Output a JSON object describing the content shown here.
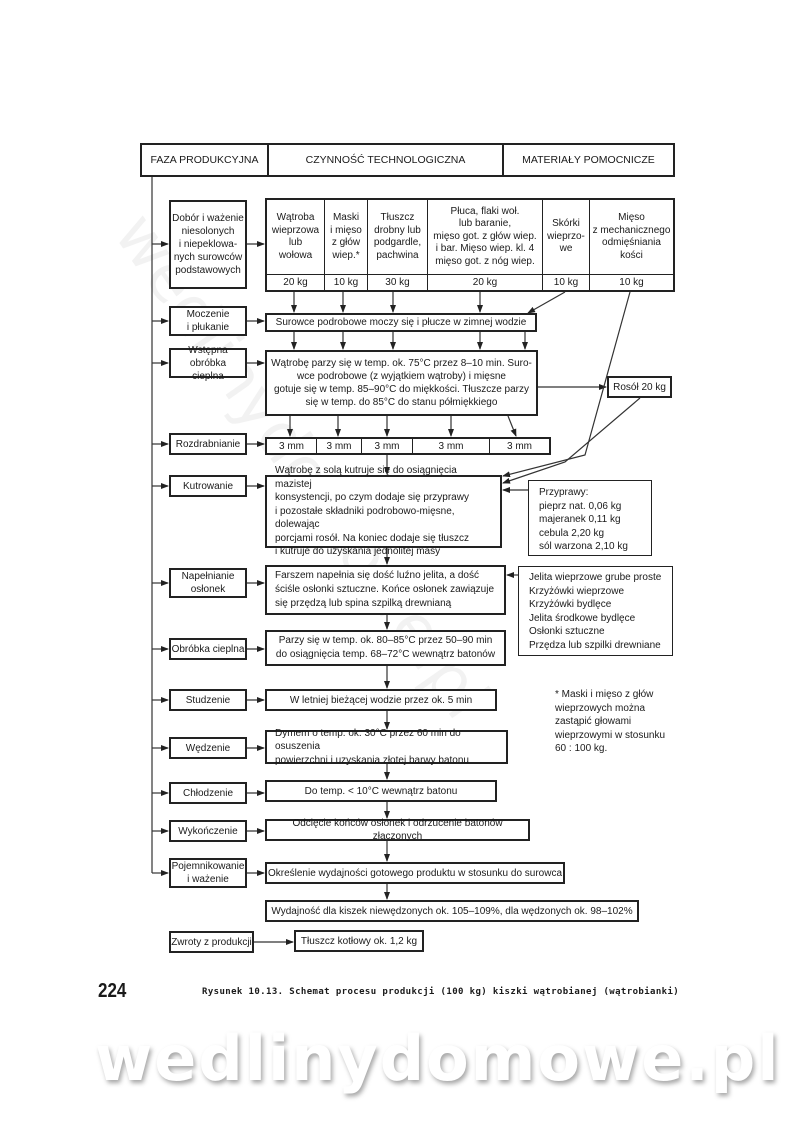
{
  "header": {
    "col1": "FAZA PRODUKCYJNA",
    "col2": "CZYNNOŚĆ TECHNOLOGICZNA",
    "col3": "MATERIAŁY POMOCNICZE"
  },
  "phases": {
    "dobor": "Dobór i ważenie\nniesolonych\ni niepeklowa-\nnych surowców\npodstawowych",
    "moczenie": "Moczenie\ni płukanie",
    "wstepna": "Wstępna obróbka\ncieplna",
    "rozdrabnianie": "Rozdrabnianie",
    "kutrowanie": "Kutrowanie",
    "napelnianie": "Napełnianie\nosłonek",
    "obrobka": "Obróbka cieplna",
    "studzenie": "Studzenie",
    "wedzenie": "Wędzenie",
    "chlodzenie": "Chłodzenie",
    "wykonczenie": "Wykończenie",
    "pojemnikowanie": "Pojemnikowanie\ni ważenie",
    "zwroty": "Zwroty z produkcji"
  },
  "raw_materials": [
    {
      "name": "Wątroba\nwieprzowa\nlub\nwołowa",
      "qty": "20 kg"
    },
    {
      "name": "Maski\ni mięso\nz głów\nwiep.*",
      "qty": "10 kg"
    },
    {
      "name": "Tłuszcz\ndrobny lub\npodgardle,\npachwina",
      "qty": "30 kg"
    },
    {
      "name": "Płuca, flaki woł.\nlub baranie,\nmięso got. z głów wiep.\ni bar. Mięso wiep. kl. 4\nmięso got. z nóg wiep.",
      "qty": "20 kg"
    },
    {
      "name": "Skórki\nwieprzo-\nwe",
      "qty": "10 kg"
    },
    {
      "name": "Mięso\nz mechanicznego\nodmięśniania\nkości",
      "qty": "10 kg"
    }
  ],
  "actions": {
    "moczenie": "Surowce podrobowe moczy się i płucze w zimnej wodzie",
    "wstepna": "Wątrobę parzy się w temp. ok. 75°C przez 8–10 min. Suro-\nwce podrobowe (z wyjątkiem wątroby) i mięsne\ngotuje się w temp. 85–90°C do miękkości. Tłuszcze parzy\nsię w temp. do 85°C do stanu półmiękkiego",
    "kutrowanie": "Wątrobę z solą kutruje się do osiągnięcia mazistej\nkonsystencji, po czym dodaje się przyprawy\ni pozostałe składniki podrobowo-mięsne, dolewając\nporcjami rosół. Na koniec dodaje się tłuszcz\ni kutruje do uzyskania jednolitej masy",
    "napelnianie": "Farszem napełnia się dość luźno jelita, a dość\nściśle osłonki sztuczne. Końce osłonek zawiązuje\nsię przędzą lub spina szpilką drewnianą",
    "obrobka": "Parzy się w temp. ok. 80–85°C przez 50–90 min\ndo osiągnięcia temp. 68–72°C wewnątrz batonów",
    "studzenie": "W letniej bieżącej wodzie przez ok. 5 min",
    "wedzenie": "Dymem o temp. ok. 30°C przez 60 min do osuszenia\npowierzchni i uzyskania złotej barwy batonu",
    "chlodzenie": "Do temp. < 10°C wewnątrz batonu",
    "wykonczenie": "Odcięcie końców osłonek i odrzucenie batonów złączonych",
    "pojemnikowanie": "Określenie wydajności gotowego produktu w stosunku do surowca",
    "wydajnosc": "Wydajność dla kiszek niewędzonych ok. 105–109%, dla wędzonych ok. 98–102%",
    "zwroty": "Tłuszcz kotłowy ok. 1,2 kg"
  },
  "grinding": [
    "3 mm",
    "3 mm",
    "3 mm",
    "3 mm",
    "3 mm"
  ],
  "auxiliary": {
    "rosol": "Rosół 20 kg",
    "przyprawy": [
      "Przyprawy:",
      "pieprz nat. 0,06 kg",
      "majeranek  0,11 kg",
      "cebula 2,20 kg",
      "sól warzona 2,10 kg"
    ],
    "oslonki": [
      "Jelita wieprzowe grube proste",
      "Krzyżówki wieprzowe",
      "Krzyżówki bydlęce",
      "Jelita środkowe bydlęce",
      "Osłonki sztuczne",
      "Przędza lub szpilki drewniane"
    ]
  },
  "footnote": "* Maski i mięso z głów\nwieprzowych można\nzastąpić głowami\nwieprzowymi w stosunku\n60 : 100 kg.",
  "page_number": "224",
  "caption": "Rysunek 10.13. Schemat procesu produkcji (100 kg) kiszki wątrobianej (wątrobianki)",
  "watermark": "wedlinydomowe.pl"
}
